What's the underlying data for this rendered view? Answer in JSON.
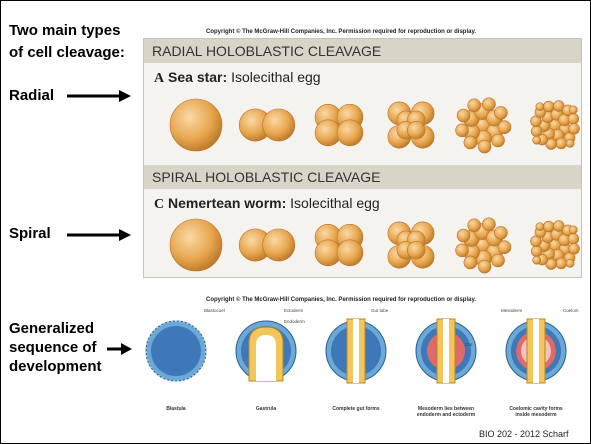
{
  "left_labels": {
    "title_line1": "Two main types",
    "title_line2": "of cell cleavage:",
    "radial": "Radial",
    "spiral": "Spiral",
    "generalized_line1": "Generalized",
    "generalized_line2": "sequence of",
    "generalized_line3": "development"
  },
  "top_figure": {
    "copyright": "Copyright © The McGraw-Hill Companies, Inc. Permission required for reproduction or display.",
    "radial": {
      "header": "RADIAL HOLOBLASTIC CLEAVAGE",
      "letter": "A",
      "organism": "Sea star:",
      "egg_type": "Isolecithal egg"
    },
    "spiral": {
      "header": "SPIRAL HOLOBLASTIC CLEAVAGE",
      "letter": "C",
      "organism": "Nemertean worm:",
      "egg_type": "Isolecithal egg"
    }
  },
  "bottom_figure": {
    "copyright": "Copyright © The McGraw-Hill Companies, Inc. Permission required for reproduction or display.",
    "stages": [
      "Blastula",
      "Gastrula",
      "Complete gut forms",
      "Mesoderm lies between endoderm and ectoderm",
      "Coelomic cavity forms inside mesoderm"
    ],
    "callouts": {
      "blastocoel": "Blastocoel",
      "ectoderm": "Ectoderm",
      "endoderm": "Endoderm",
      "gut_tube": "Gut tube",
      "gut": "Gut",
      "mesoderm": "Mesoderm",
      "coelom": "Coelom"
    }
  },
  "footer": "BIO 202 - 2012 Scharf",
  "colors": {
    "embryo_fill": "#e8a64e",
    "embryo_highlight": "#f9d9a6",
    "embryo_edge": "#b97628",
    "panel_bg": "#f5f3ef",
    "header_bg": "#d9d4c8",
    "ectoderm_blue": "#6aa9d8",
    "blastocoel_blue": "#3e78b8",
    "endoderm_yellow": "#f2c65a",
    "mesoderm_red": "#e06a6a",
    "coelom_pink": "#f6c0c0"
  }
}
